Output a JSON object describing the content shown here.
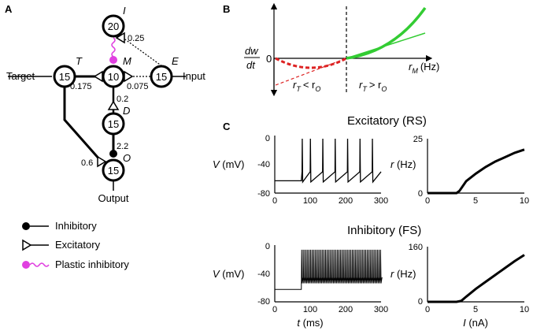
{
  "panels": {
    "a": "A",
    "b": "B",
    "c": "C"
  },
  "network": {
    "nodes": {
      "I": "20",
      "M": "10",
      "T": "15",
      "E": "15",
      "D": "15",
      "O": "15"
    },
    "node_letters": {
      "I": "I",
      "M": "M",
      "T": "T",
      "E": "E",
      "D": "D",
      "O": "O"
    },
    "weights": {
      "I_E": "0.25",
      "T_M": "0.175",
      "E_M": "0.075",
      "M_D": "0.2",
      "D_O": "2.2",
      "T_O": "0.6"
    },
    "labels": {
      "target": "Target",
      "input": "Input",
      "output": "Output"
    }
  },
  "legend": {
    "inhibitory": "Inhibitory",
    "excitatory": "Excitatory",
    "plastic": "Plastic inhibitory"
  },
  "colors": {
    "plastic": "#e040e0",
    "green": "#33cc33",
    "red": "#dd2222"
  },
  "panel_b": {
    "y_num": "dw",
    "y_den": "dt",
    "zero": "0",
    "x_label": "r",
    "x_sub": "M",
    "x_unit": "(Hz)",
    "left_r": "r",
    "left_sub1": "T",
    "left_op": "< r",
    "left_sub2": "O",
    "right_r": "r",
    "right_sub1": "T",
    "right_op": "> r",
    "right_sub2": "O"
  },
  "panel_c": {
    "exc_title": "Excitatory (RS)",
    "inh_title": "Inhibitory (FS)",
    "v_label_v": "V",
    "v_label_unit": "(mV)",
    "r_label_r": "r",
    "r_label_unit": "(Hz)",
    "t_label_t": "t",
    "t_label_unit": "(ms)",
    "i_label_i": "I",
    "i_label_unit": "(nA)",
    "v_ticks": [
      "0",
      "-40",
      "-80"
    ],
    "t_ticks": [
      "0",
      "100",
      "200",
      "300"
    ],
    "i_ticks": [
      "0",
      "5",
      "10"
    ],
    "exc_r_ticks": [
      "25",
      "0"
    ],
    "inh_r_ticks": [
      "160",
      "0"
    ]
  },
  "chart_data": [
    {
      "type": "line",
      "title": "Excitatory (RS)",
      "xlabel": "I (nA)",
      "ylabel": "r (Hz)",
      "xlim": [
        0,
        10
      ],
      "ylim": [
        0,
        25
      ],
      "x": [
        0,
        3,
        3.3,
        4,
        5,
        6,
        7,
        8,
        9,
        10
      ],
      "values": [
        0,
        0,
        1,
        5.5,
        9,
        12,
        14.5,
        16.5,
        18.5,
        20
      ]
    },
    {
      "type": "line",
      "title": "Inhibitory (FS)",
      "xlabel": "I (nA)",
      "ylabel": "r (Hz)",
      "xlim": [
        0,
        10
      ],
      "ylim": [
        0,
        160
      ],
      "x": [
        0,
        3,
        3.5,
        4,
        5,
        6,
        7,
        8,
        9,
        10
      ],
      "values": [
        0,
        0,
        3,
        15,
        38,
        58,
        78,
        98,
        118,
        136
      ]
    }
  ]
}
